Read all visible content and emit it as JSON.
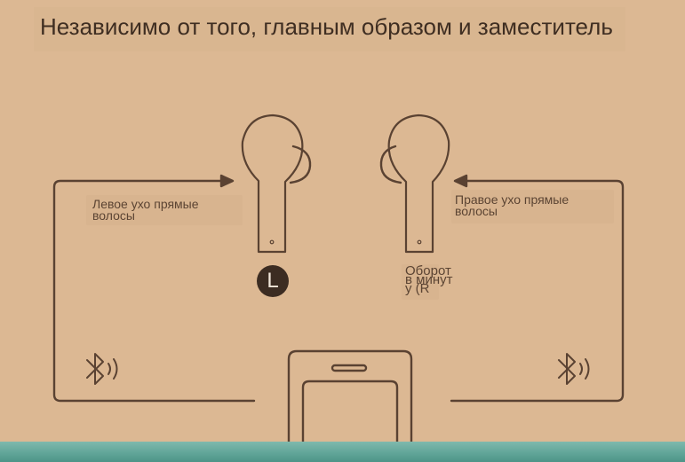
{
  "title": "Независимо от того, главным образом и заместитель",
  "left_note": {
    "line1": "Левое ухо прямые",
    "line2": "волосы"
  },
  "right_note": {
    "line1": "Правое ухо прямые",
    "line2": "волосы"
  },
  "left_badge": "L",
  "right_caption": {
    "line1": "Оборот",
    "line2": "в минут",
    "line3": "у (R"
  },
  "colors": {
    "background": "#dcb893",
    "stroke": "#5a4232",
    "badge": "#3c2c22",
    "teal": "#5fa497"
  },
  "icons": [
    "bluetooth-icon",
    "bluetooth-icon",
    "earbud-left",
    "earbud-right",
    "phone"
  ]
}
